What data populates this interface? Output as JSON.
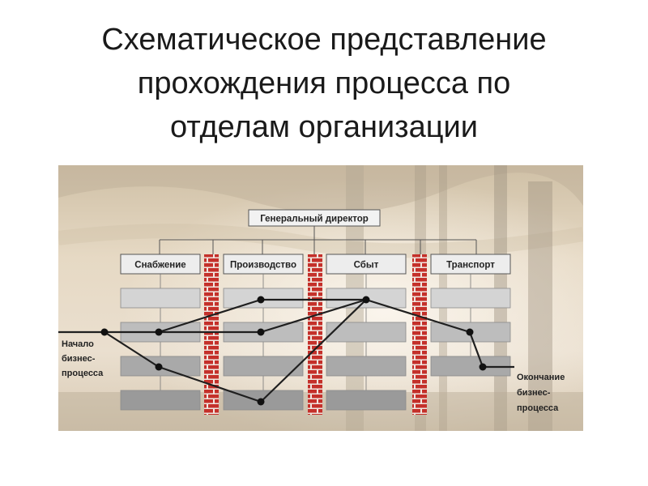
{
  "title": {
    "line1": "Схематическое представление",
    "line2": "прохождения процесса по",
    "line3": "отделам организации"
  },
  "diagram": {
    "director": "Генеральный директор",
    "departments": [
      "Снабжение",
      "Производство",
      "Сбыт",
      "Транспорт"
    ],
    "start_label": [
      "Начало",
      "бизнес-",
      "процесса"
    ],
    "end_label": [
      "Окончание",
      "бизнес-",
      "процесса"
    ]
  },
  "colors": {
    "brick": "#c4302a",
    "mortar": "#f0e6e0",
    "box_dark": "#9a9a9a",
    "box_mid": "#b7b7b7",
    "box_light": "#cfcfcf",
    "line": "#222222"
  }
}
